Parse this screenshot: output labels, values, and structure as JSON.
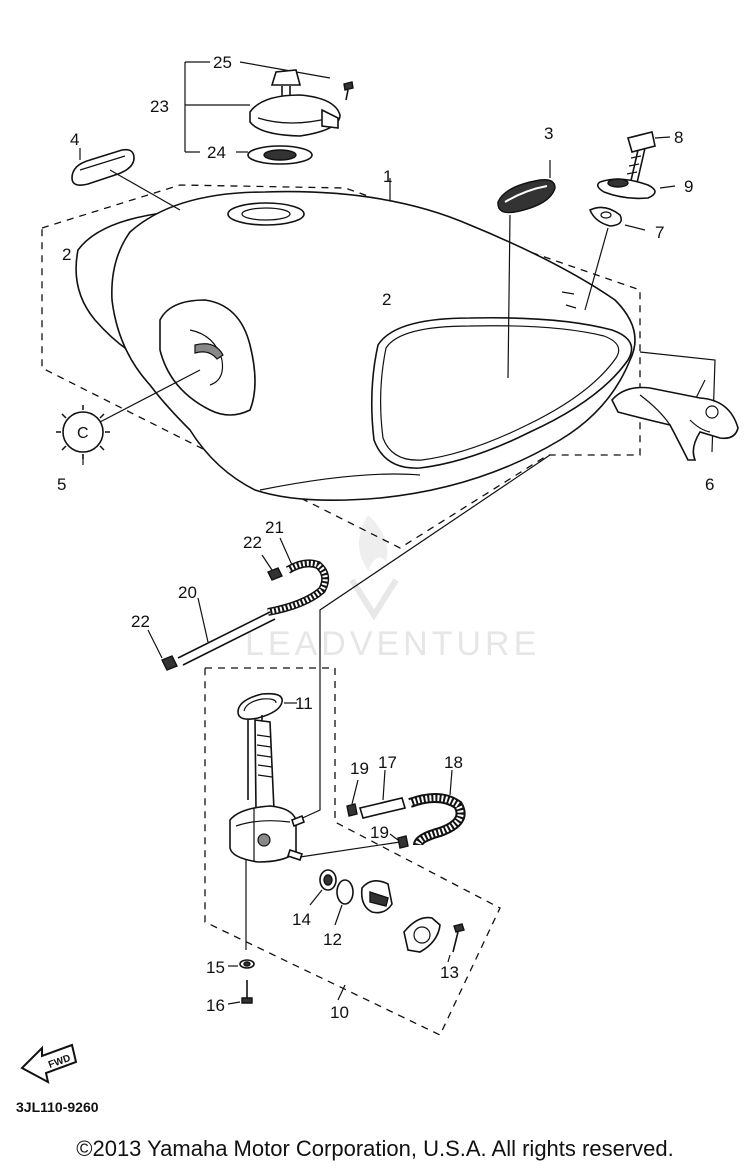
{
  "watermark": "LEADVENTURE",
  "diagram_code": "3JL110-9260",
  "fwd_label": "FWD",
  "copyright": "©2013 Yamaha Motor Corporation, U.S.A. All rights reserved.",
  "callouts": {
    "c1": "1",
    "c2a": "2",
    "c2b": "2",
    "c3": "3",
    "c4": "4",
    "c5": "5",
    "c6": "6",
    "c7": "7",
    "c8": "8",
    "c9": "9",
    "c10": "10",
    "c11": "11",
    "c12": "12",
    "c13": "13",
    "c14": "14",
    "c15": "15",
    "c16": "16",
    "c17": "17",
    "c18": "18",
    "c19a": "19",
    "c19b": "19",
    "c20": "20",
    "c21": "21",
    "c22a": "22",
    "c22b": "22",
    "c23": "23",
    "c24": "24",
    "c25": "25"
  }
}
